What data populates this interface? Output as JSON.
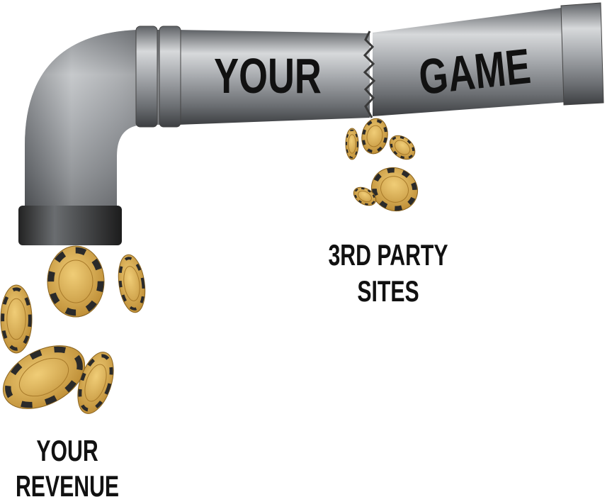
{
  "pipe": {
    "left_label": "YOUR",
    "right_label": "GAME"
  },
  "labels": {
    "third_party_line1": "3RD PARTY",
    "third_party_line2": "SITES",
    "revenue_line1": "YOUR",
    "revenue_line2": "REVENUE"
  },
  "colors": {
    "pipe": "#8a8d91",
    "chip_gold": "#d9ac4c",
    "chip_stripe": "#2a2a2a",
    "text": "#111111"
  }
}
